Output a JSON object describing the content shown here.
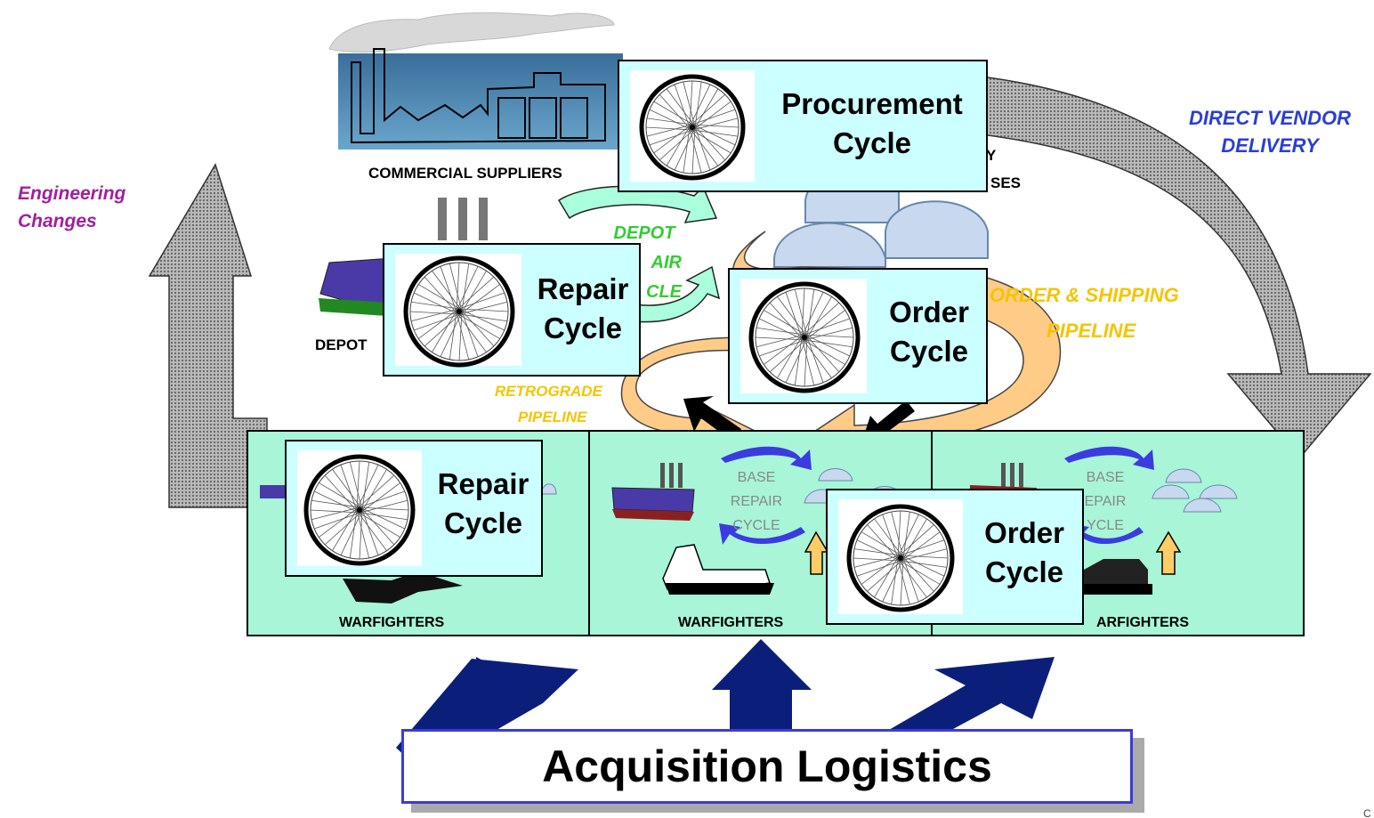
{
  "labels": {
    "direct_vendor_delivery": [
      "DIRECT VENDOR",
      "DELIVERY"
    ],
    "engineering_changes": [
      "Engineering",
      "Changes"
    ],
    "commercial_suppliers": "COMMERCIAL SUPPLIERS",
    "depot": "DEPOT",
    "warehouses_partial": "SES",
    "warehouses_partial_top": "Y",
    "depot_repair_cycle_partial": [
      "DEPOT",
      "AIR",
      "CLE"
    ],
    "order_shipping_pipeline": [
      "ORDER & SHIPPING",
      "PIPELINE"
    ],
    "retrograde_pipeline": [
      "RETROGRADE",
      "PIPELINE"
    ],
    "base_repair_cycle": [
      "BASE",
      "REPAIR",
      "CYCLE"
    ],
    "base_repair_cycle_partial": [
      "BASE",
      "EPAIR",
      "YCLE"
    ],
    "warfighters": "WARFIGHTERS",
    "warfighters_partial": "ARFIGHTERS",
    "page_number_partial": "C"
  },
  "cycle_cards": {
    "procurement": [
      "Procurement",
      "Cycle"
    ],
    "repair_depot": [
      "Repair",
      "Cycle"
    ],
    "order_top": [
      "Order",
      "Cycle"
    ],
    "repair_warf": [
      "Repair",
      "Cycle"
    ],
    "order_bottom": [
      "Order",
      "Cycle"
    ]
  },
  "acquisition_logistics": "Acquisition Logistics",
  "colors": {
    "panel_green": "#a8f5d8",
    "card_cyan": "#ccffff",
    "navy_arrow": "#0b1f7a",
    "orange_pipeline": "#ffcc88",
    "purple_text": "#a020a0",
    "blue_text": "#2a3fd0",
    "yellow_text": "#f5c400",
    "green_text": "#33cc33",
    "gray_arrow": "#9a9a9a"
  }
}
